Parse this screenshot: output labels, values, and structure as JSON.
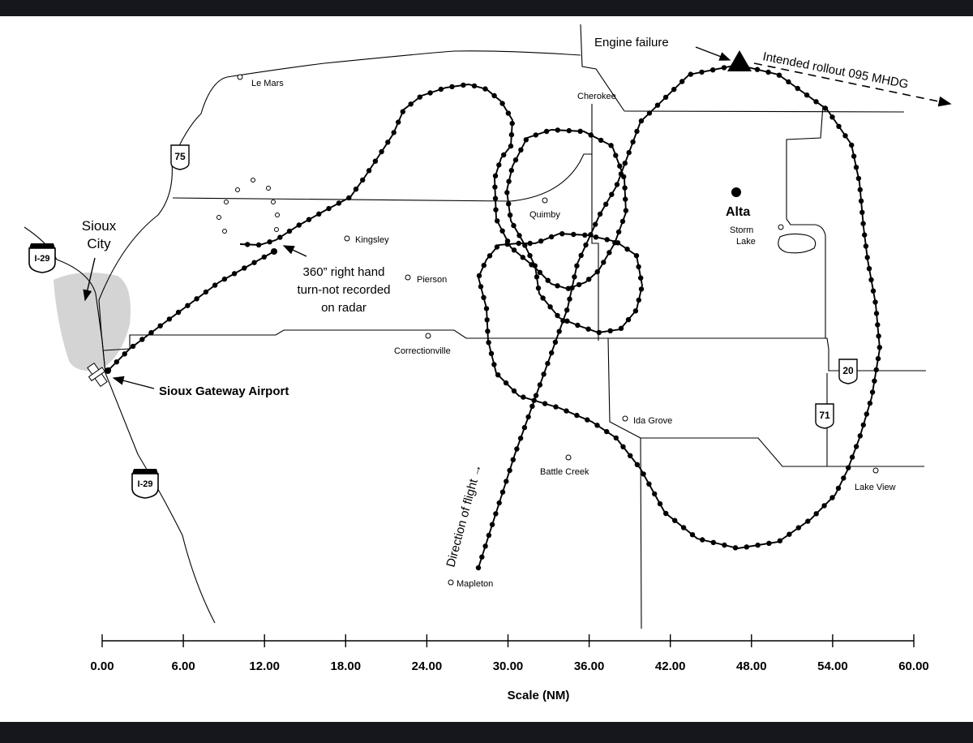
{
  "map": {
    "annotations": {
      "engine_failure": "Engine failure",
      "intended_rollout": "Intended rollout 095 MHDG",
      "turn_note": [
        "360” right hand",
        "turn-not  recorded",
        "on radar"
      ],
      "airport": "Sioux  Gateway  Airport",
      "direction": "Direction of flight →"
    },
    "towns": {
      "le_mars": "Le Mars",
      "cherokee": "Cherokee",
      "alta": "Alta",
      "sioux_city": [
        "Sioux",
        "City"
      ],
      "kingsley": "Kingsley",
      "pierson": "Pierson",
      "quimby": "Quimby",
      "storm_lake": [
        "Storm",
        "Lake"
      ],
      "correctionville": "Correctionville",
      "ida_grove": "Ida Grove",
      "battle_creek": "Battle Creek",
      "lake_view": "Lake View",
      "mapleton": "Mapleton"
    },
    "shields": {
      "i29_north": "I-29",
      "i29_south": "I-29",
      "us75": "75",
      "us20": "20",
      "us71": "71"
    },
    "scale": {
      "ticks": [
        "0.00",
        "6.00",
        "12.00",
        "18.00",
        "24.00",
        "30.00",
        "36.00",
        "42.00",
        "48.00",
        "54.00",
        "60.00"
      ],
      "title": "Scale  (NM)"
    }
  }
}
